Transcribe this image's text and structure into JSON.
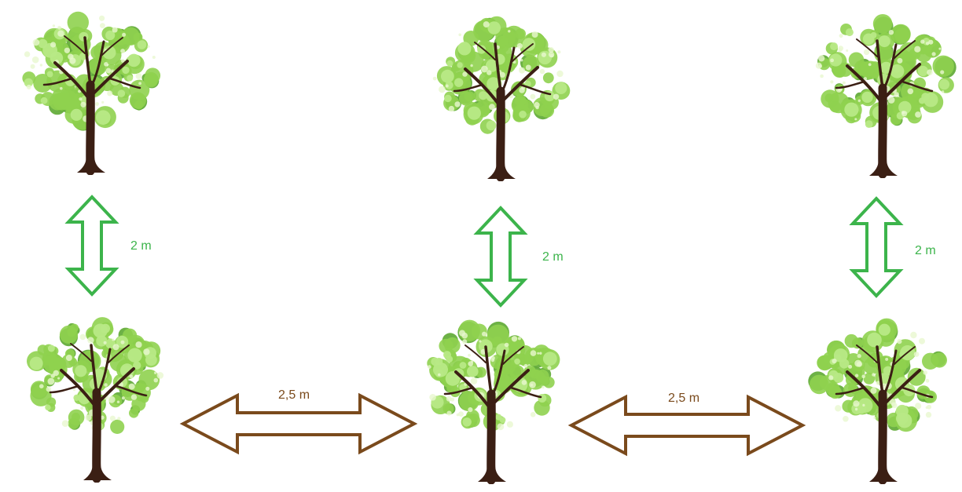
{
  "colors": {
    "foliage_light": "#b8e986",
    "foliage_mid": "#8fd14f",
    "foliage_dark": "#5da832",
    "trunk": "#3b1f14",
    "vertical_arrow": "#3cb44b",
    "horizontal_arrow": "#7a4a1c"
  },
  "trees": [
    {
      "row": "top",
      "column": "left",
      "icon": "tree-icon"
    },
    {
      "row": "top",
      "column": "center",
      "icon": "tree-icon"
    },
    {
      "row": "top",
      "column": "right",
      "icon": "tree-icon"
    },
    {
      "row": "bottom",
      "column": "left",
      "icon": "tree-icon"
    },
    {
      "row": "bottom",
      "column": "center",
      "icon": "tree-icon"
    },
    {
      "row": "bottom",
      "column": "right",
      "icon": "tree-icon"
    }
  ],
  "row_spacing": [
    {
      "label": "2 m",
      "column": "left"
    },
    {
      "label": "2 m",
      "column": "center"
    },
    {
      "label": "2 m",
      "column": "right"
    }
  ],
  "column_spacing": [
    {
      "label": "2,5 m",
      "between": "left-center"
    },
    {
      "label": "2,5 m",
      "between": "center-right"
    }
  ]
}
